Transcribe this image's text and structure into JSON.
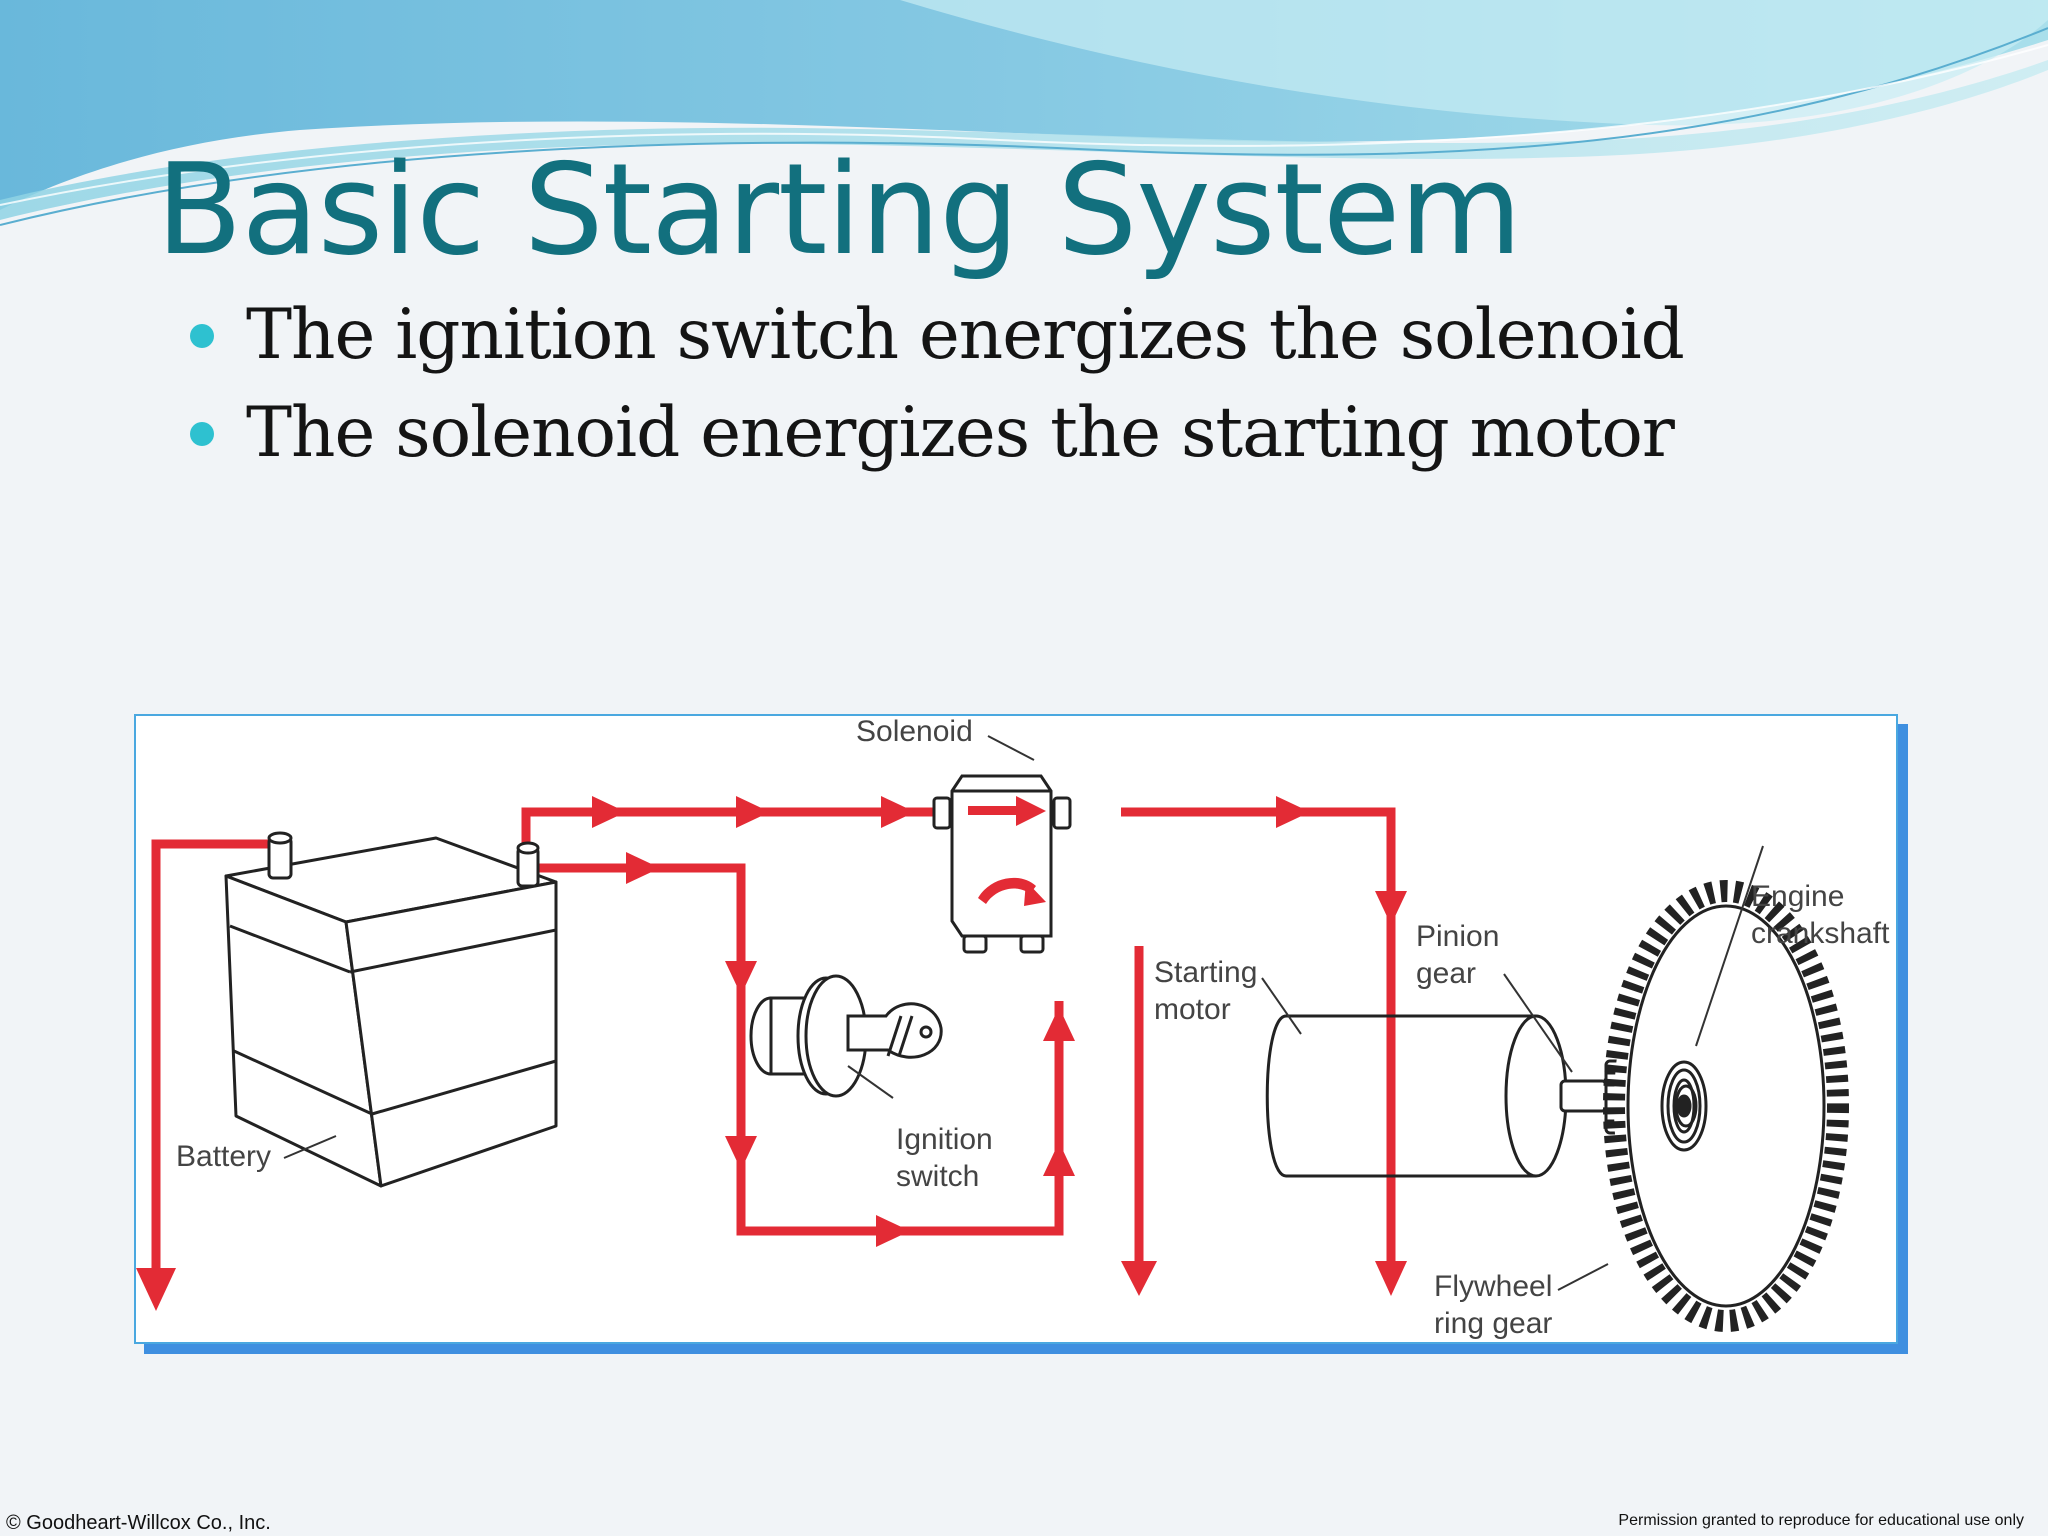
{
  "slide": {
    "title": "Basic Starting System",
    "bullets": [
      "The ignition switch energizes the solenoid",
      "The solenoid energizes the starting motor"
    ]
  },
  "diagram": {
    "labels": {
      "solenoid": "Solenoid",
      "battery": "Battery",
      "ignition_line1": "Ignition",
      "ignition_line2": "switch",
      "starting_line1": "Starting",
      "starting_line2": "motor",
      "pinion_line1": "Pinion",
      "pinion_line2": "gear",
      "engine_line1": "Engine",
      "engine_line2": "crankshaft",
      "flywheel_line1": "Flywheel",
      "flywheel_line2": "ring gear"
    },
    "colors": {
      "current_flow": "#e32b35",
      "frame": "#4aa8e0"
    }
  },
  "footer": {
    "copyright": "© Goodheart-Willcox Co., Inc.",
    "permission": "Permission granted to reproduce for educational use only"
  },
  "theme": {
    "title_color": "#12707e",
    "bullet_color": "#2ec1d0",
    "wave_colors": [
      "#7cc3dd",
      "#94d6e6",
      "#b8e6ee"
    ]
  }
}
